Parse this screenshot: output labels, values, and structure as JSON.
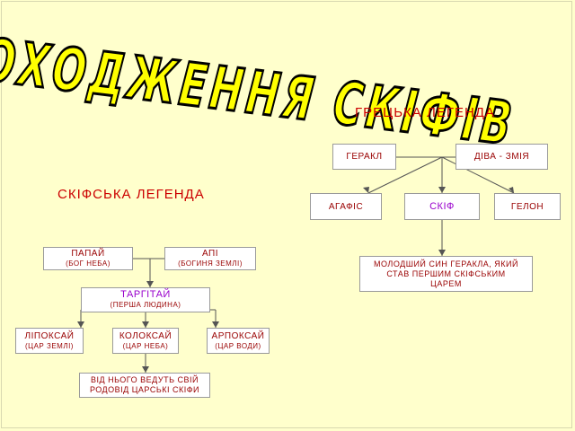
{
  "title": "ПОХОДЖЕННЯ СКІФІВ",
  "greek": {
    "heading": "ГРЕЦЬКА ЛЕГЕНДА",
    "herakl": "ГЕРАКЛ",
    "diva": "ДІВА - ЗМІЯ",
    "agafis": "АГАФІС",
    "skif": "СКІФ",
    "gelon": "ГЕЛОН",
    "note_l1": "МОЛОДШИЙ СИН ГЕРАКЛА, ЯКИЙ",
    "note_l2": "СТАВ ПЕРШИМ СКІФСЬКИМ",
    "note_l3": "ЦАРЕМ"
  },
  "scythian": {
    "heading": "СКІФСЬКА ЛЕГЕНДА",
    "papai": "ПАПАЙ",
    "papai_sub": "(БОГ НЕБА)",
    "api": "АПІ",
    "api_sub": "(БОГИНЯ ЗЕМЛІ)",
    "targitai": "ТАРГІТАЙ",
    "targitai_sub": "(ПЕРША ЛЮДИНА)",
    "lipoksai": "ЛІПОКСАЙ",
    "lipoksai_sub": "(ЦАР ЗЕМЛІ)",
    "koloksai": "КОЛОКСАЙ",
    "koloksai_sub": "(ЦАР НЕБА)",
    "arpoksai": "АРПОКСАЙ",
    "arpoksai_sub": "(ЦАР ВОДИ)",
    "note_l1": "ВІД НЬОГО ВЕДУТЬ СВІЙ",
    "note_l2": "РОДОВІД ЦАРСЬКІ СКІФИ"
  },
  "colors": {
    "background": "#FFFFCC",
    "heading": "#CC0000",
    "box_text": "#990000",
    "highlight": "#9900CC",
    "title_fill": "#FFFF00"
  }
}
